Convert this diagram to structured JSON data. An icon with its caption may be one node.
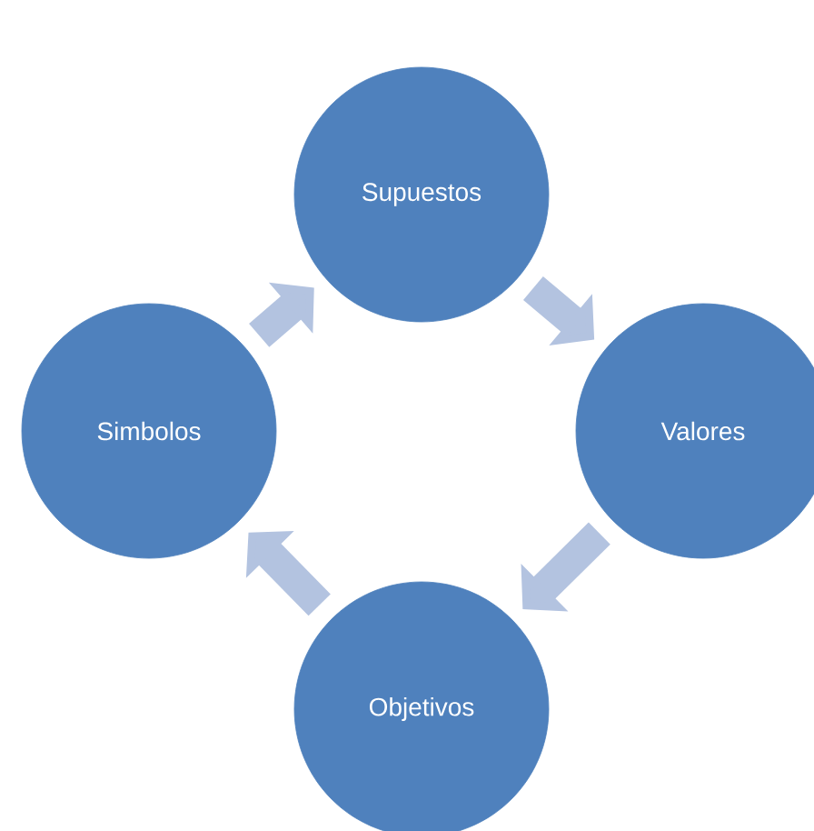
{
  "diagram": {
    "nodes": [
      {
        "text": [
          "Supuestos"
        ]
      },
      {
        "text": [
          "Simbolos"
        ]
      },
      {
        "text": [
          "Valores"
        ]
      },
      {
        "text": [
          "Objetivos"
        ]
      }
    ],
    "edges": [
      {
        "from": 0,
        "to": 2,
        "arrow": "to"
      },
      {
        "from": 2,
        "to": 3,
        "arrow": "to"
      },
      {
        "from": 3,
        "to": 1,
        "arrow": "to"
      },
      {
        "from": 1,
        "to": 0,
        "arrow": "to"
      }
    ]
  }
}
